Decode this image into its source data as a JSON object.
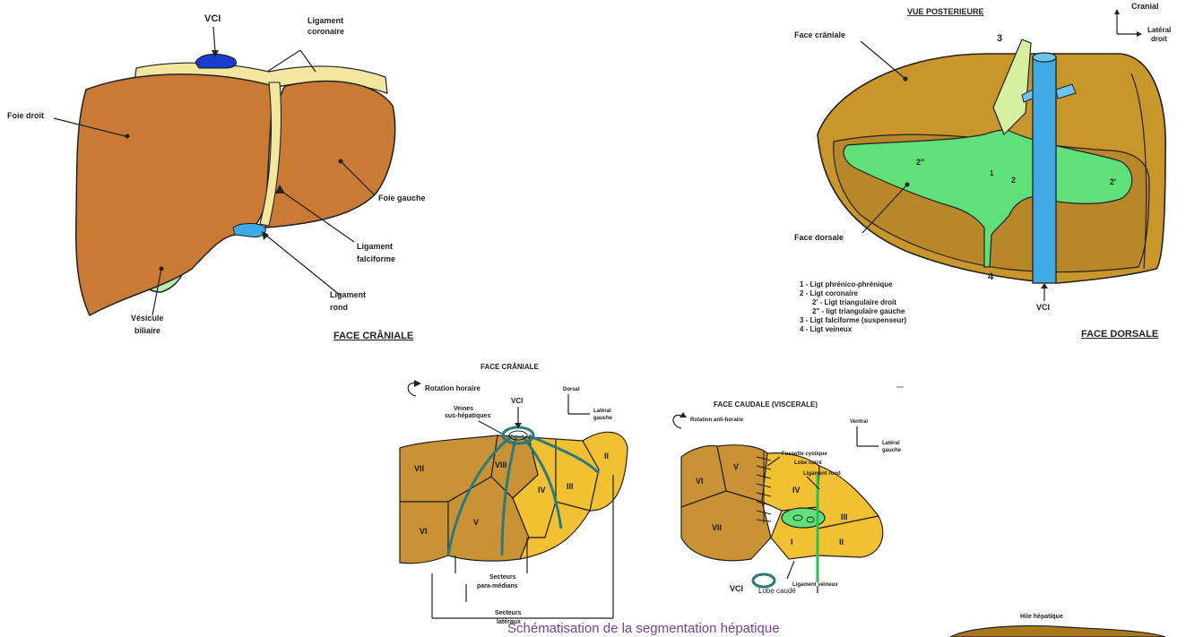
{
  "panel_cranial": {
    "title": "FACE CRÂNIALE",
    "labels": {
      "vci": "VCI",
      "ligament_coronaire": [
        "Ligament",
        "coronaire"
      ],
      "foie_droit": "Foie droit",
      "foie_gauche": "Foie gauche",
      "ligament_falciforme": [
        "Ligament",
        "falciforme"
      ],
      "ligament_rond": [
        "Ligament",
        "rond"
      ],
      "vesicule_biliaire": [
        "Vésicule",
        "biliaire"
      ]
    }
  },
  "panel_dorsal": {
    "header": "VUE POSTERIEURE",
    "title": "FACE DORSALE",
    "orientation": {
      "up": "Cranial",
      "right": [
        "Latéral",
        "droit"
      ]
    },
    "labels": {
      "face_craniale": "Face crâniale",
      "face_dorsale": "Face dorsale",
      "vci": "VCI",
      "n1": "1",
      "n2": "2",
      "n2p": "2'",
      "n2pp": "2\"",
      "n3": "3",
      "n4": "4"
    },
    "legend": [
      "1 - Ligt phrénico-phrénique",
      "2 - Ligt coronaire",
      "2' - Ligt triangulaire droit",
      "2\" - ligt triangulaire gauche",
      "3 - Ligt falciforme (suspenseur)",
      "4 - Ligt veineux"
    ]
  },
  "panel_segments_cranial": {
    "title": "FACE CRÂNIALE",
    "rotation": "Rotation horaire",
    "orientation": {
      "up": "Dorsal",
      "right": [
        "Latéral",
        "gauche"
      ]
    },
    "labels": {
      "vci": "VCI",
      "veines": [
        "Veines",
        "sus-hépatiques"
      ],
      "secteurs_para": [
        "Secteurs",
        "para-médians"
      ],
      "secteurs_lat": [
        "Secteurs",
        "latéraux"
      ]
    },
    "segments": [
      "VII",
      "VIII",
      "II",
      "IV",
      "III",
      "VI",
      "V"
    ]
  },
  "panel_segments_caudal": {
    "title": "FACE CAUDALE (VISCERALE)",
    "rotation": "Rotation anti-horaire",
    "orientation": {
      "up": "Ventral",
      "right": [
        "Latéral",
        "gauche"
      ]
    },
    "labels": {
      "fossette": "Fossette cystique",
      "lobe_carre": "Lobe carré",
      "ligament_rond": "Ligament rond",
      "vci": "VCI",
      "lobe_caude": "Lobe caudé",
      "ligament_veineux": "Ligament veineux"
    },
    "segments": [
      "VI",
      "V",
      "IV",
      "VII",
      "III",
      "I",
      "II"
    ]
  },
  "caption": "Schématisation de la segmentation hépatique",
  "hile": {
    "title": "Hile hépatique"
  },
  "colors": {
    "liver": "#c97a35",
    "liver_dark": "#a8781f",
    "liver_light": "#f2c033",
    "ligament_yellow": "#f3e7a0",
    "ligament_green": "#5fe07a",
    "vci_blue": "#3fa9e6",
    "vci_dark": "#1a3ccc",
    "vesicule": "#b8ecb0",
    "caption": "#7b3fa0"
  }
}
